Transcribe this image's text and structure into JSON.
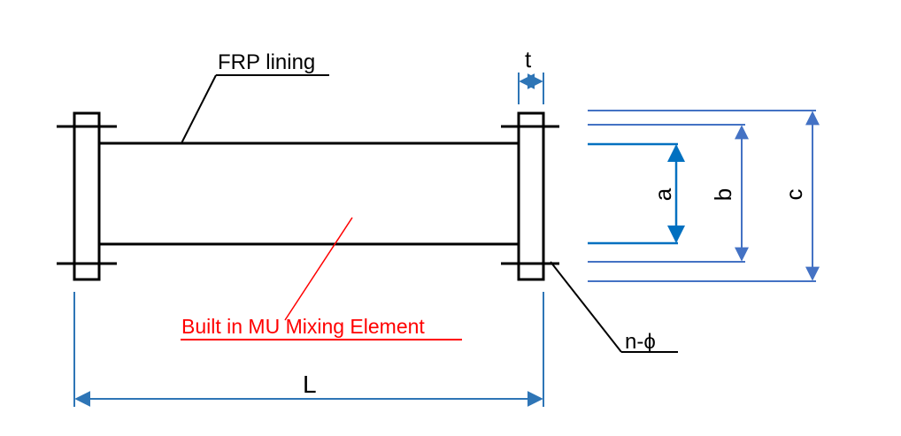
{
  "labels": {
    "frp_lining": "FRP lining",
    "thickness": "t",
    "mixing_element": "Built in MU Mixing Element",
    "bolt_holes": "n-ϕ",
    "length": "L",
    "dim_a": "a",
    "dim_b": "b",
    "dim_c": "c"
  },
  "colors": {
    "outline": "#000000",
    "dimension": "#2e75b6",
    "dimension_light": "#4472c4",
    "dimension_cyan": "#0070c0",
    "highlight": "#ff0000"
  }
}
